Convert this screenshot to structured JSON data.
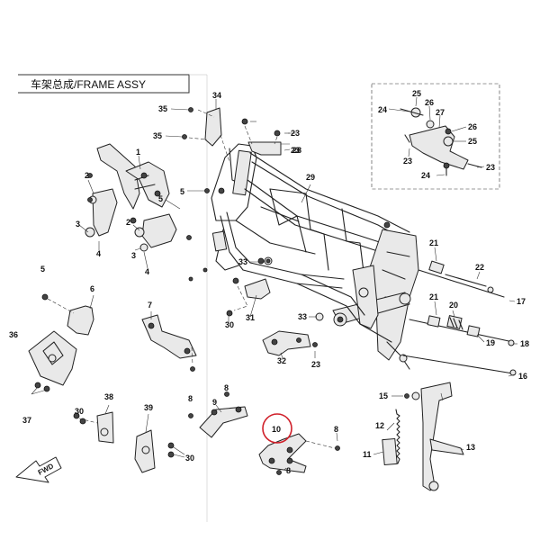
{
  "title": "车架总成/FRAME ASSY",
  "fwd_label": "FWD",
  "highlighted_part": "10",
  "callouts": {
    "c1": "1",
    "c2a": "2",
    "c2b": "2",
    "c3a": "3",
    "c3b": "3",
    "c4a": "4",
    "c4b": "4",
    "c5a": "5",
    "c5b": "5",
    "c5c": "5",
    "c6": "6",
    "c7": "7",
    "c8a": "8",
    "c8b": "8",
    "c8c": "8",
    "c8d": "8",
    "c9": "9",
    "c10": "10",
    "c11": "11",
    "c12": "12",
    "c13": "13",
    "c15": "15",
    "c16": "16",
    "c17": "17",
    "c18": "18",
    "c19": "19",
    "c20": "20",
    "c21a": "21",
    "c21b": "21",
    "c22": "22",
    "c23a": "23",
    "c23b": "23",
    "c23c": "23",
    "c23d": "23",
    "c23e": "23",
    "c24a": "24",
    "c24b": "24",
    "c25a": "25",
    "c25b": "25",
    "c26a": "26",
    "c26b": "26",
    "c27": "27",
    "c28": "28",
    "c29": "29",
    "c30a": "30",
    "c30b": "30",
    "c30c": "30",
    "c31": "31",
    "c32": "32",
    "c33a": "33",
    "c33b": "33",
    "c34": "34",
    "c35a": "35",
    "c35b": "35",
    "c36": "36",
    "c37": "37",
    "c38": "38",
    "c39": "39"
  }
}
